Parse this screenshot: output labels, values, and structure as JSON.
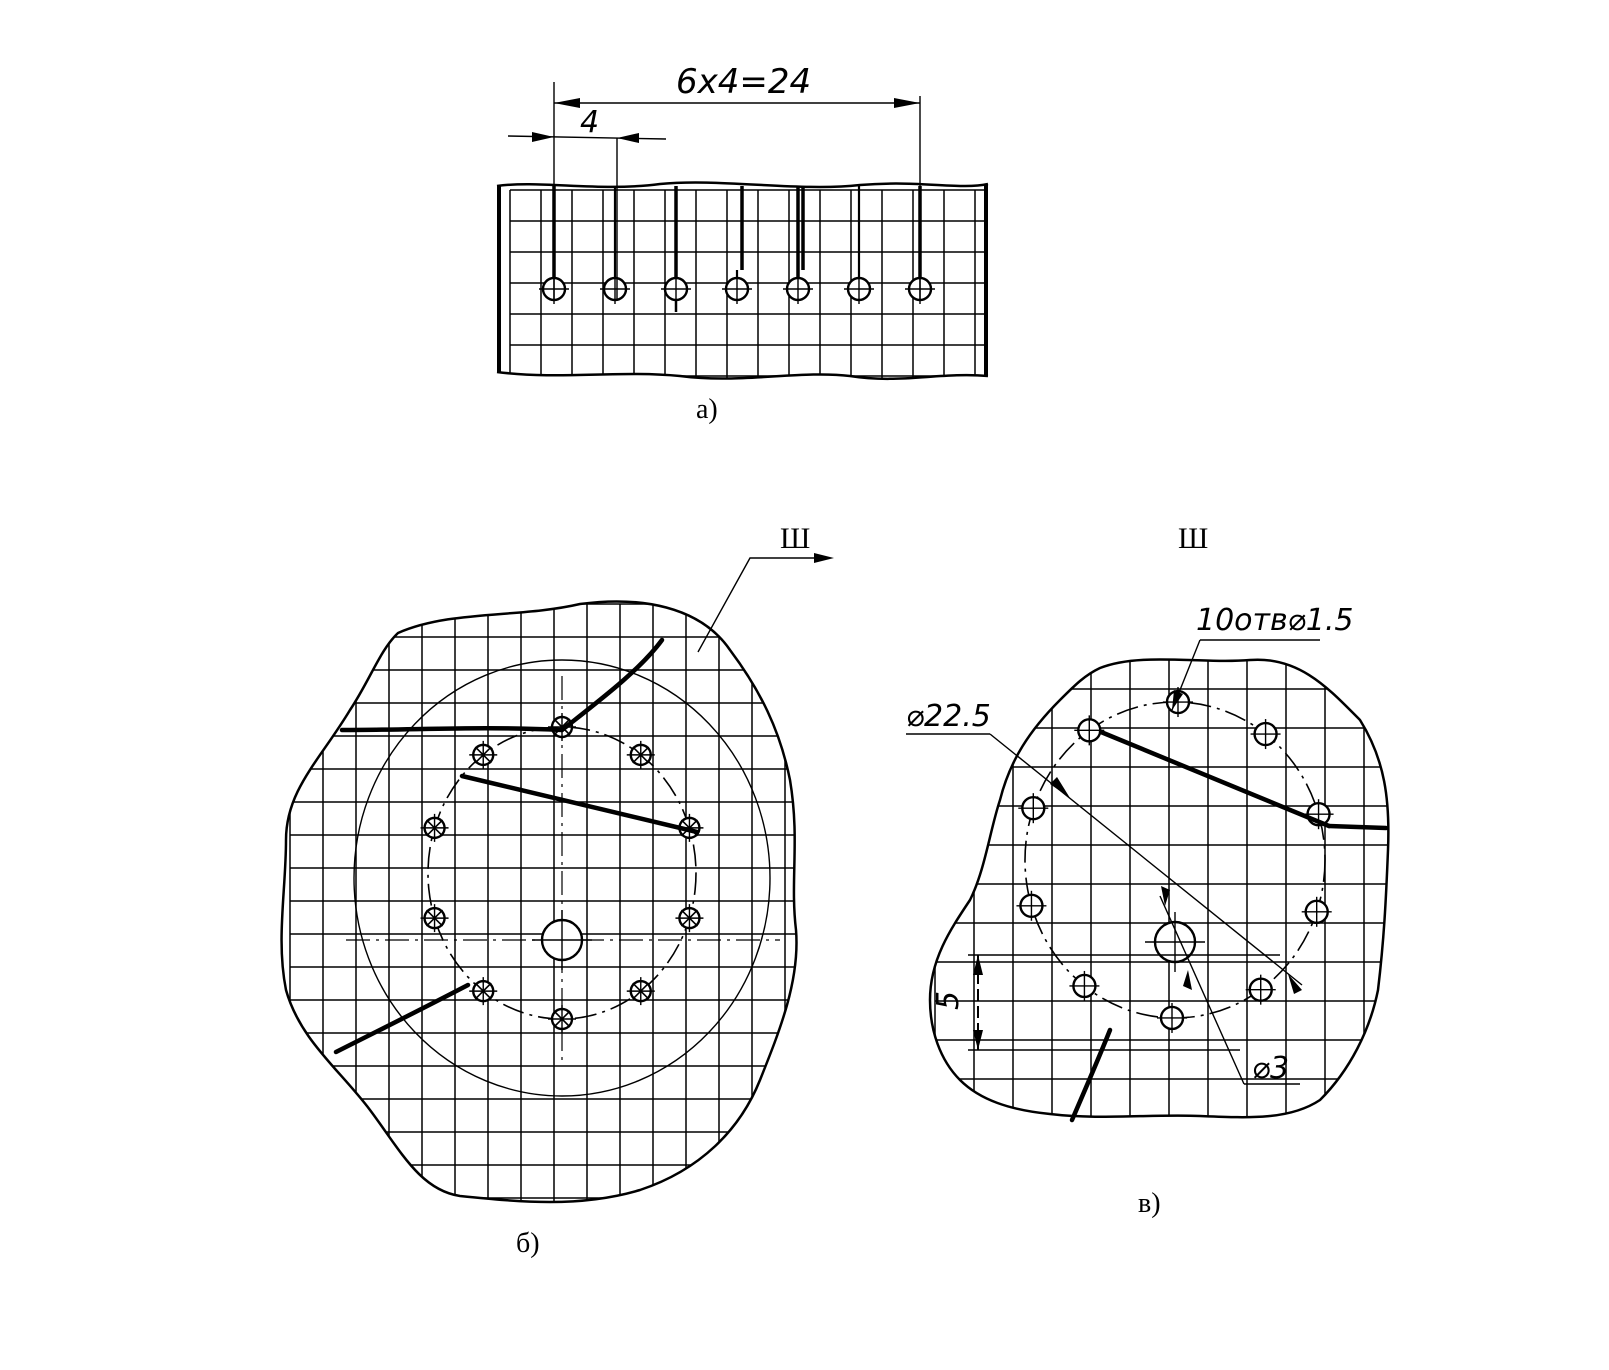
{
  "figures": {
    "a": {
      "caption": "а)",
      "dim_total": "6x4=24",
      "dim_pitch": "4",
      "hole_count": 7
    },
    "b": {
      "caption": "б)",
      "view_label": "Ш",
      "hole_count": 10
    },
    "c": {
      "caption": "в)",
      "view_label": "Ш",
      "note_holes": "10отв⌀1.5",
      "dim_circle": "⌀22.5",
      "dim_center": "⌀3",
      "dim_offset": "5",
      "hole_count": 10
    }
  },
  "colors": {
    "ink": "#000000",
    "paper": "#ffffff"
  }
}
